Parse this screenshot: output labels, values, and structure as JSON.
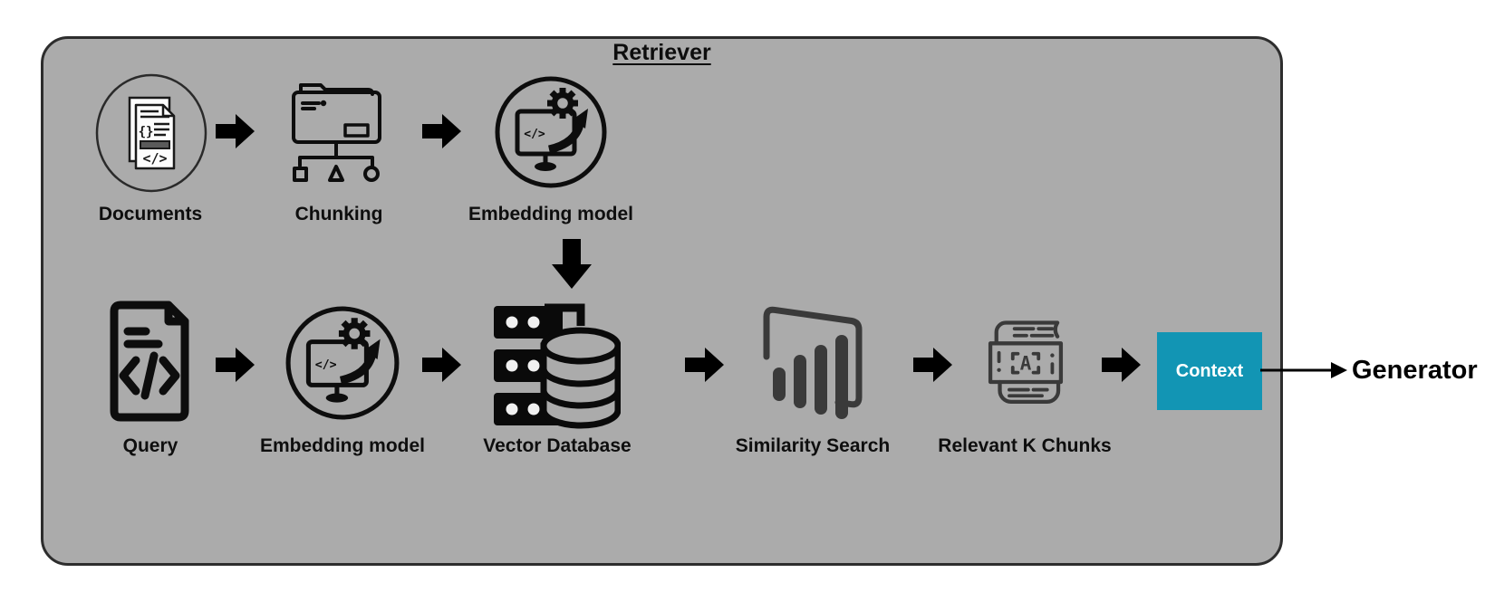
{
  "title": "Retriever",
  "top_row": {
    "steps": [
      {
        "label": "Documents",
        "icon": "documents-icon"
      },
      {
        "label": "Chunking",
        "icon": "chunking-icon"
      },
      {
        "label": "Embedding model",
        "icon": "embedding-model-icon"
      }
    ]
  },
  "bottom_row": {
    "steps": [
      {
        "label": "Query",
        "icon": "query-icon"
      },
      {
        "label": "Embedding model",
        "icon": "embedding-model-icon"
      },
      {
        "label": "Vector Database",
        "icon": "vector-database-icon"
      },
      {
        "label": "Similarity Search",
        "icon": "similarity-search-icon"
      },
      {
        "label": "Relevant K Chunks",
        "icon": "relevant-k-chunks-icon"
      }
    ]
  },
  "context_box": {
    "label": "Context"
  },
  "generator": {
    "label": "Generator"
  },
  "icon_glyphs": {
    "code": "</>",
    "braces": "{}",
    "letter_a": "A"
  },
  "colors": {
    "container_bg": "#ababab",
    "container_border": "#2d2d2d",
    "context_bg": "#1295b4",
    "context_text": "#ffffff",
    "icon_primary": "#0d0d0d",
    "icon_secondary": "#3a3a3a",
    "arrow_black": "#000000",
    "page_bg": "#ffffff"
  }
}
